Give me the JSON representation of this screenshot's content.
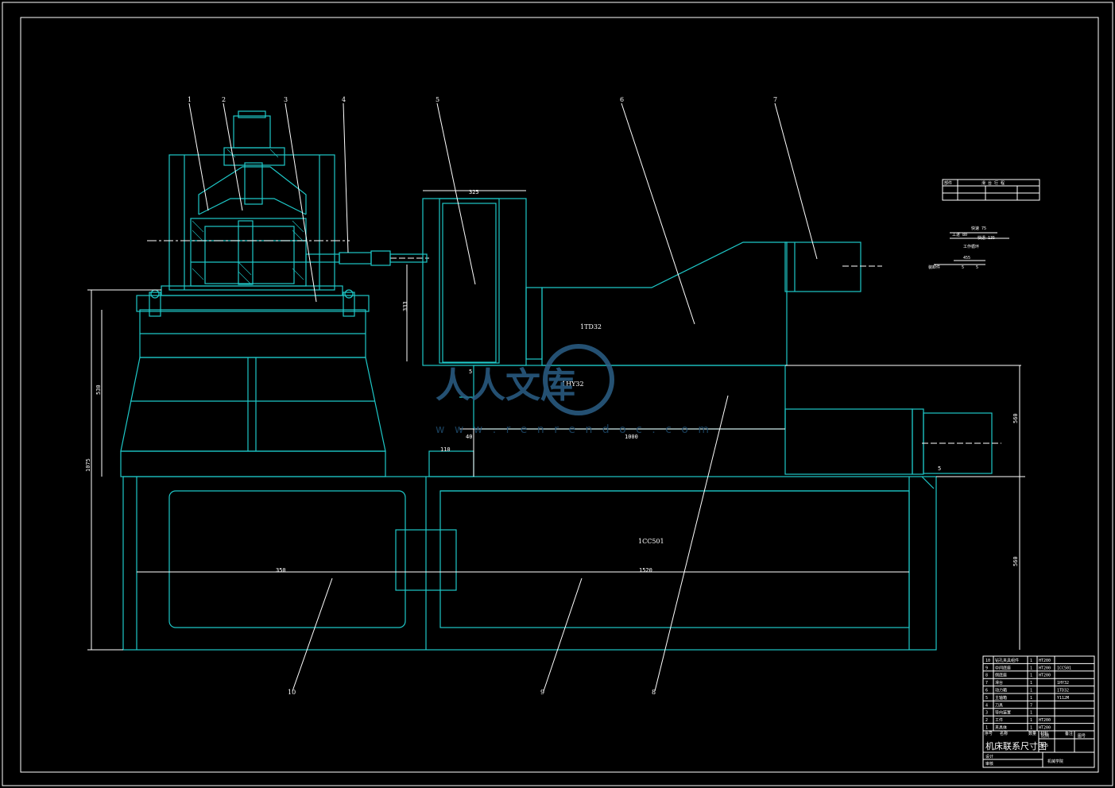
{
  "drawing": {
    "title": "机床联系尺寸图",
    "machine_labels": {
      "power_head": "1TD32",
      "slide_table": "1HY32",
      "base": "1CC501"
    },
    "dimensions": {
      "box_width": "325",
      "box_height": "333",
      "left_height": "530",
      "total_height": "1075",
      "slide_length": "1000",
      "offset_a": "40",
      "offset_b": "110",
      "right_upper": "560",
      "right_lower": "560",
      "base_left": "350",
      "base_right": "1520",
      "small_a": "5",
      "small_b": "5"
    },
    "balloons": [
      "1",
      "2",
      "3",
      "4",
      "5",
      "6",
      "7",
      "10",
      "9",
      "8"
    ],
    "table_header": [
      "部件",
      "滑 台 行 程",
      "",
      ""
    ],
    "notes": {
      "n1": "快速 75",
      "n2": "工进 80",
      "n3": "快退 135",
      "n4": "工作循环",
      "n5": "455",
      "n6": "装卸件",
      "n7": "5",
      "n8": "5"
    },
    "bom_rows": [
      [
        "10",
        "钻孔夹具组件",
        "1",
        "HT200",
        ""
      ],
      [
        "9",
        "中间底座",
        "1",
        "HT200",
        "1CC501"
      ],
      [
        "8",
        "侧底座",
        "1",
        "HT200",
        ""
      ],
      [
        "7",
        "滑台",
        "1",
        "",
        "1HY32"
      ],
      [
        "6",
        "动力箱",
        "1",
        "",
        "1TD32"
      ],
      [
        "5",
        "主轴箱",
        "1",
        "",
        "Y112M"
      ],
      [
        "4",
        "刀具",
        "7",
        "",
        ""
      ],
      [
        "3",
        "导向装置",
        "1",
        "",
        ""
      ],
      [
        "2",
        "工件",
        "1",
        "HT200",
        ""
      ],
      [
        "1",
        "夹具体",
        "1",
        "HT200",
        ""
      ]
    ],
    "bom_header": [
      "序号",
      "名称",
      "数量",
      "材料",
      "备注"
    ],
    "title_block": {
      "ratio_label": "比例",
      "ratio": "1:5",
      "sheet_label": "图号",
      "designer_label": "设计",
      "checker_label": "审核",
      "school": "机械学院"
    },
    "watermark": {
      "text": "人人文库",
      "url": "w w w . r e n r e n d o c . c o m"
    },
    "colors": {
      "background": "#000000",
      "line": "#1ec8c8",
      "text": "#ffffff"
    }
  }
}
